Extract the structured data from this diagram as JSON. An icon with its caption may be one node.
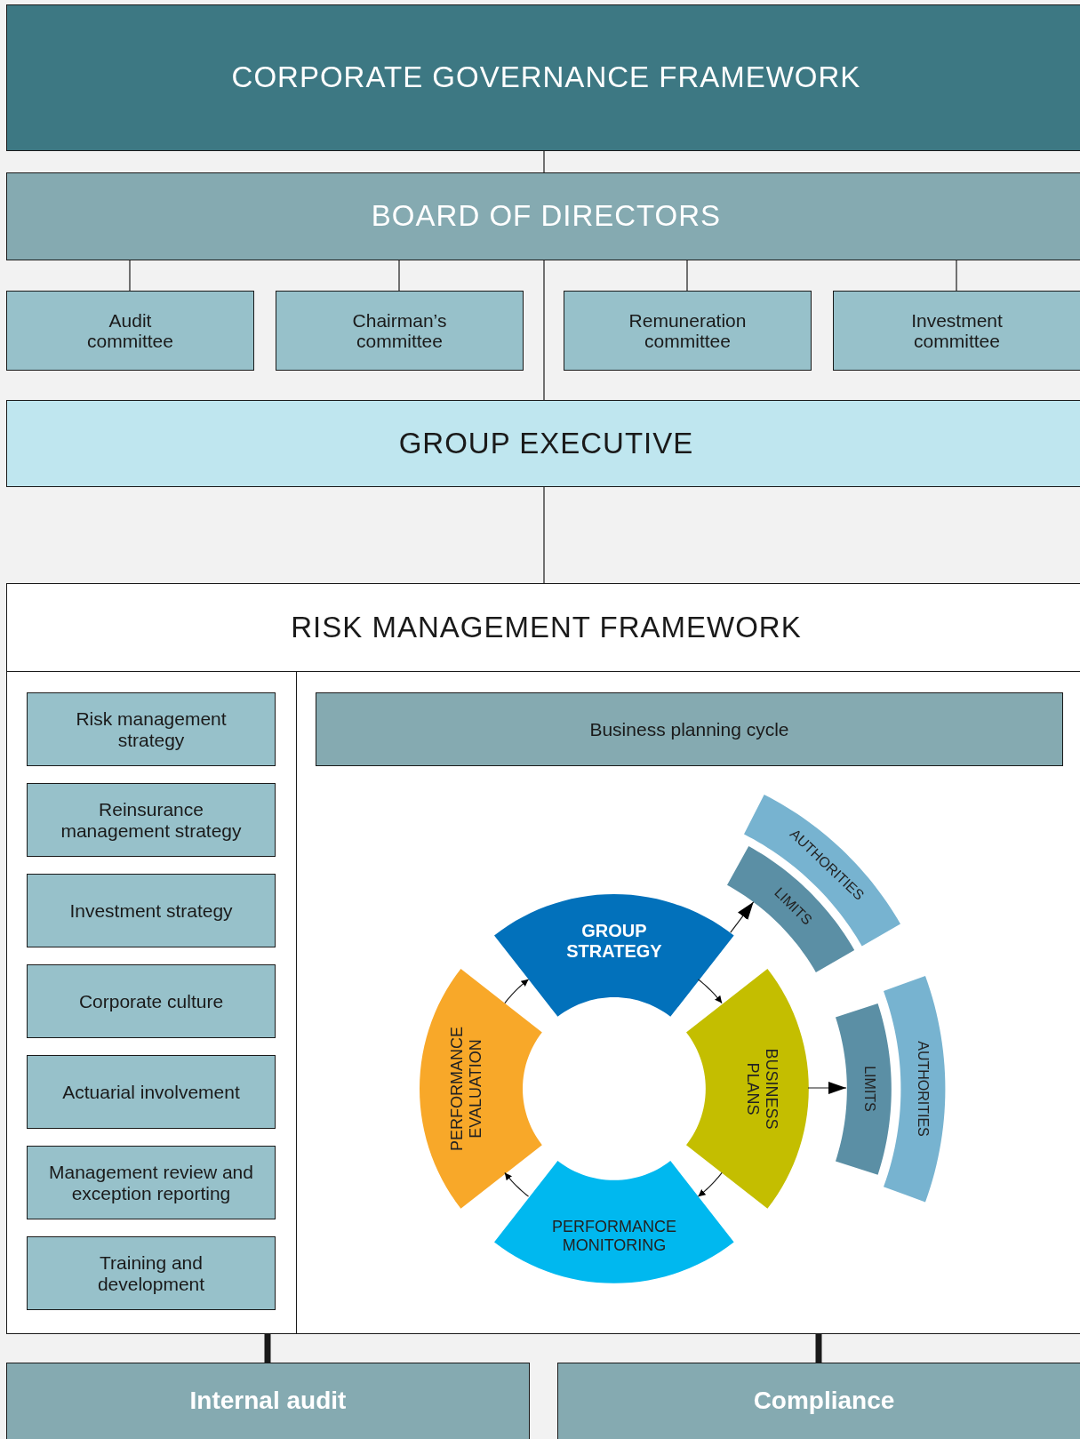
{
  "diagram": {
    "nodes": [
      {
        "text": [
          "CORPORATE GOVERNANCE FRAMEWORK"
        ]
      },
      {
        "text": [
          "BOARD OF DIRECTORS"
        ]
      },
      {
        "text": [
          "Audit committee"
        ]
      },
      {
        "text": [
          "Chairman’s committee"
        ]
      },
      {
        "text": [
          "Remuneration committee"
        ]
      },
      {
        "text": [
          "Investment committee"
        ]
      },
      {
        "text": [
          "GROUP EXECUTIVE"
        ]
      },
      {
        "text": [
          "RISK MANAGEMENT FRAMEWORK"
        ]
      },
      {
        "text": [
          "Risk management strategy"
        ],
        "in": 7
      },
      {
        "text": [
          "Reinsurance management strategy"
        ],
        "in": 7
      },
      {
        "text": [
          "Investment strategy"
        ],
        "in": 7
      },
      {
        "text": [
          "Corporate culture"
        ],
        "in": 7
      },
      {
        "text": [
          "Actuarial involvement"
        ],
        "in": 7
      },
      {
        "text": [
          "Management review and exception reporting"
        ],
        "in": 7
      },
      {
        "text": [
          "Training and development"
        ],
        "in": 7
      },
      {
        "text": [
          "Business planning cycle"
        ],
        "in": 7
      },
      {
        "text": [
          "GROUP STRATEGY"
        ],
        "in": 7
      },
      {
        "text": [
          "BUSINESS PLANS"
        ],
        "in": 7
      },
      {
        "text": [
          "PERFORMANCE MONITORING"
        ],
        "in": 7
      },
      {
        "text": [
          "PERFORMANCE EVALUATION"
        ],
        "in": 7
      },
      {
        "text": [
          "LIMITS"
        ],
        "in": 7
      },
      {
        "text": [
          "AUTHORITIES"
        ],
        "in": 7
      },
      {
        "text": [
          "LIMITS"
        ],
        "in": 7
      },
      {
        "text": [
          "AUTHORITIES"
        ],
        "in": 7
      },
      {
        "text": [
          "Internal audit"
        ]
      },
      {
        "text": [
          "Compliance"
        ]
      }
    ],
    "edges": [
      {
        "from": 0,
        "to": 1,
        "arrow": "none"
      },
      {
        "from": 1,
        "to": 2,
        "arrow": "none"
      },
      {
        "from": 1,
        "to": 3,
        "arrow": "none"
      },
      {
        "from": 1,
        "to": 4,
        "arrow": "none"
      },
      {
        "from": 1,
        "to": 5,
        "arrow": "none"
      },
      {
        "from": 1,
        "to": 6,
        "arrow": "none"
      },
      {
        "from": 6,
        "to": 7,
        "arrow": "none"
      },
      {
        "from": 7,
        "to": 24,
        "arrow": "none",
        "style": "thick"
      },
      {
        "from": 7,
        "to": 25,
        "arrow": "none",
        "style": "thick"
      },
      {
        "from": 16,
        "to": 17,
        "arrow": "to"
      },
      {
        "from": 17,
        "to": 18,
        "arrow": "to"
      },
      {
        "from": 18,
        "to": 19,
        "arrow": "to"
      },
      {
        "from": 19,
        "to": 16,
        "arrow": "to"
      },
      {
        "from": 16,
        "to": 20,
        "arrow": "to"
      },
      {
        "from": 17,
        "to": 22,
        "arrow": "to"
      }
    ]
  }
}
